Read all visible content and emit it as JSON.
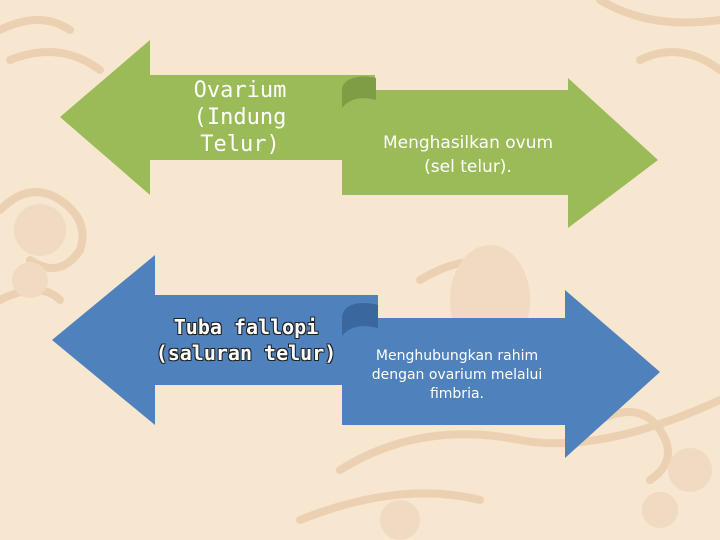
{
  "colors": {
    "background": "#f7e6d0",
    "ornament": "#edd2b5",
    "green_shape": "#9bbb59",
    "green_fold": "#7f9d45",
    "blue_shape": "#4f81bd",
    "blue_fold": "#3a679e",
    "text": "#ffffff"
  },
  "rows": [
    {
      "term": "Ovarium\n(Indung\nTelur)",
      "description": "Menghasilkan ovum\n(sel telur)."
    },
    {
      "term": "Tuba fallopi\n(saluran telur)",
      "description": "Menghubungkan rahim\ndengan ovarium melalui\nfimbria."
    }
  ]
}
